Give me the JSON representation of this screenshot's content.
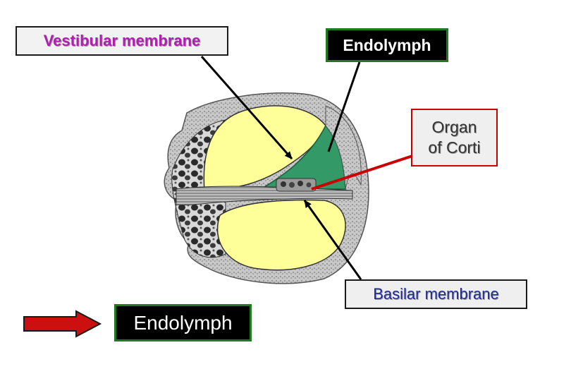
{
  "labels": {
    "vestibular_membrane": "Vestibular membrane",
    "endolymph_top": "Endolymph",
    "organ_of_corti_line1": "Organ",
    "organ_of_corti_line2": "of Corti",
    "basilar_membrane": "Basilar membrane",
    "endolymph_legend": "Endolymph"
  },
  "colors": {
    "perilymph_yellow": "#ffff99",
    "endolymph_green": "#339966",
    "bone_gray": "#b8b8b8",
    "arrow_red": "#cc0000",
    "legend_arrow_red": "#cc1010",
    "label_vestibular_text": "#b020b0",
    "label_basilar_text": "#1f2a9a"
  }
}
